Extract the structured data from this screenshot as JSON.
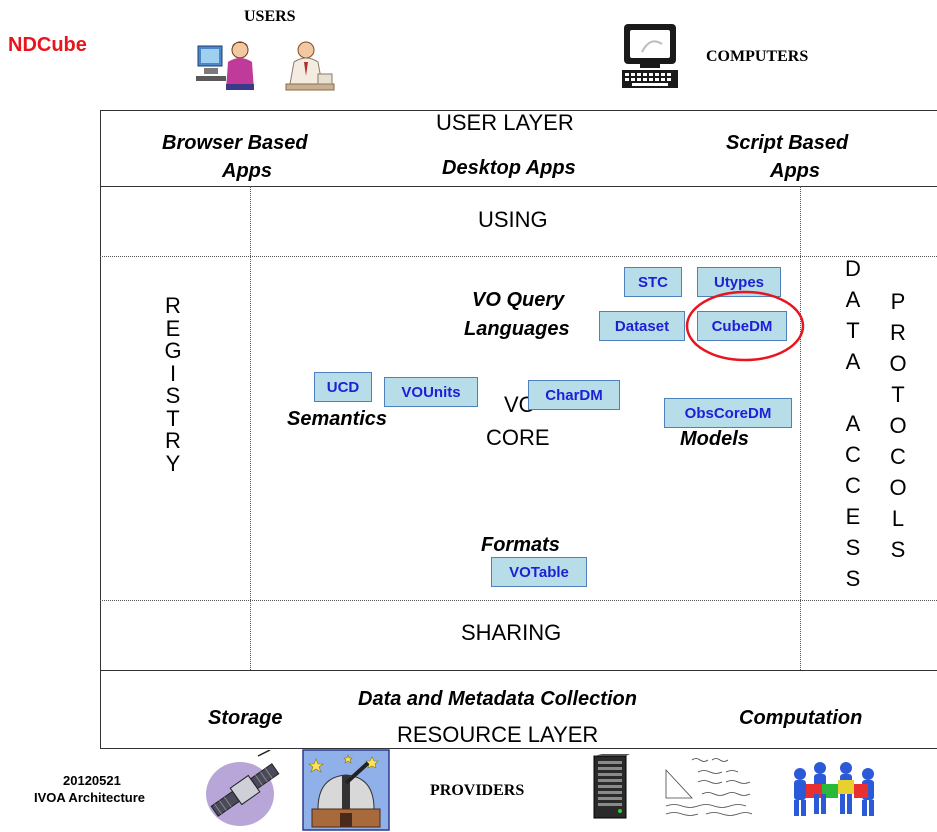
{
  "corner_title": "NDCube",
  "top": {
    "users_label": "USERS",
    "computers_label": "COMPUTERS"
  },
  "user_layer": {
    "title": "USER LAYER",
    "browser_line1": "Browser Based",
    "browser_line2": "Apps",
    "desktop": "Desktop Apps",
    "script_line1": "Script Based",
    "script_line2": "Apps"
  },
  "using": "USING",
  "sharing": "SHARING",
  "registry_letters": [
    "R",
    "E",
    "G",
    "I",
    "S",
    "T",
    "R",
    "Y"
  ],
  "data_access_letters": [
    "D",
    "A",
    "T",
    "A",
    "",
    "A",
    "C",
    "C",
    "E",
    "S",
    "S"
  ],
  "protocols_letters": [
    "P",
    "R",
    "O",
    "T",
    "O",
    "C",
    "O",
    "L",
    "S"
  ],
  "core": {
    "line1": "VO",
    "line2": "CORE",
    "query_line1": "VO Query",
    "query_line2": "Languages",
    "semantics": "Semantics",
    "models": "Models",
    "formats": "Formats"
  },
  "boxes": {
    "stc": "STC",
    "utypes": "Utypes",
    "dataset": "Dataset",
    "cubedm": "CubeDM",
    "ucd": "UCD",
    "vounits": "VOUnits",
    "chardm": "CharDM",
    "obscoredm": "ObsCoreDM",
    "votable": "VOTable"
  },
  "resource_layer": {
    "collection": "Data and Metadata Collection",
    "storage": "Storage",
    "title": "RESOURCE LAYER",
    "computation": "Computation"
  },
  "footer": {
    "date": "20120521",
    "caption": "IVOA Architecture",
    "providers_label": "PROVIDERS"
  },
  "colors": {
    "corner_title": "#e8141e",
    "box_fill": "#b6dde8",
    "box_text": "#1f1fd6",
    "highlight_circle": "#e8141e"
  }
}
